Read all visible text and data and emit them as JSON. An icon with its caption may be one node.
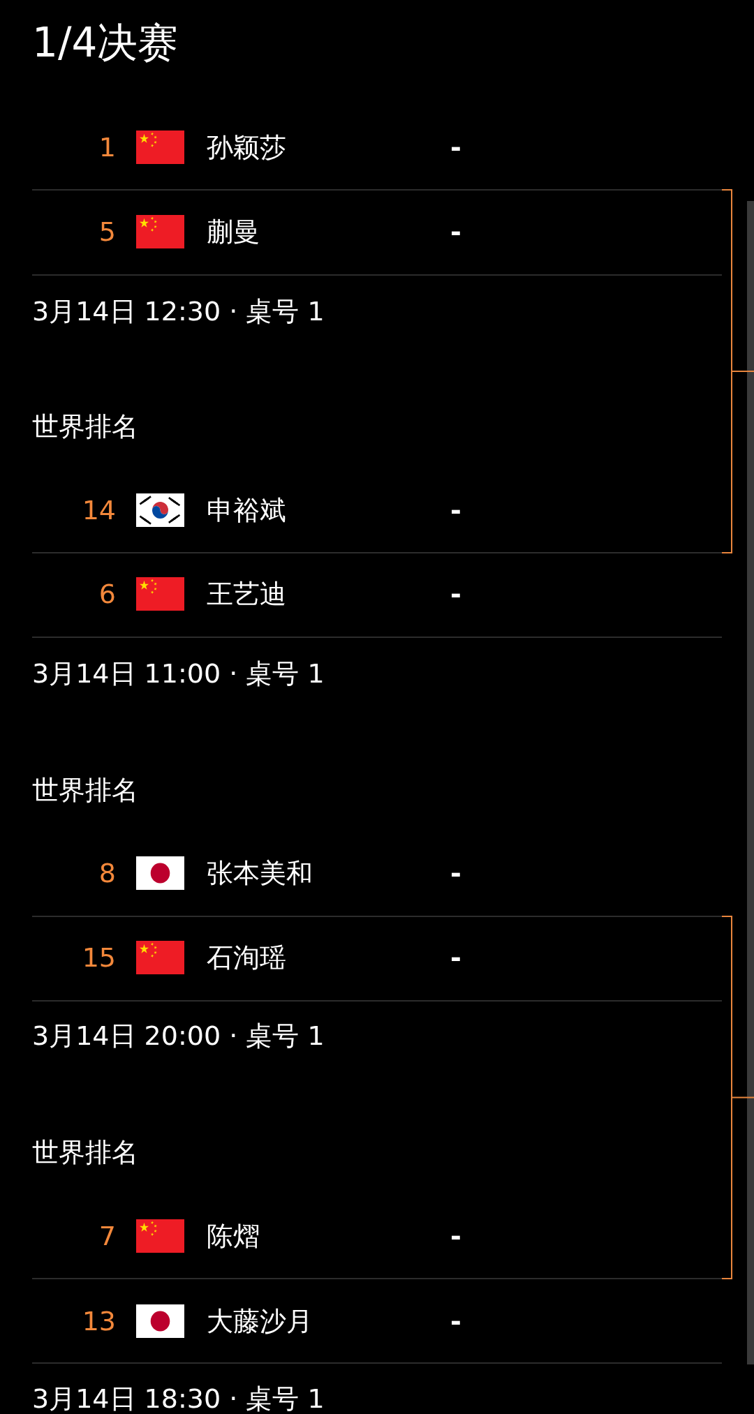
{
  "diagram": {
    "title": "1/4决赛",
    "labels": [
      "1",
      "孙颖莎",
      "-",
      "5",
      "蒯曼",
      "-",
      "3月14日 12:30 · 桌号 1",
      "世界排名",
      "14",
      "申裕斌",
      "-",
      "6",
      "王艺迪",
      "-",
      "3月14日 11:00 · 桌号 1",
      "世界排名",
      "8",
      "张本美和",
      "-",
      "15",
      "石洵瑶",
      "-",
      "3月14日 20:00 · 桌号 1",
      "世界排名",
      "7",
      "陈熠",
      "-",
      "13",
      "大藤沙月",
      "-",
      "3月14日 18:30 · 桌号 1"
    ]
  }
}
